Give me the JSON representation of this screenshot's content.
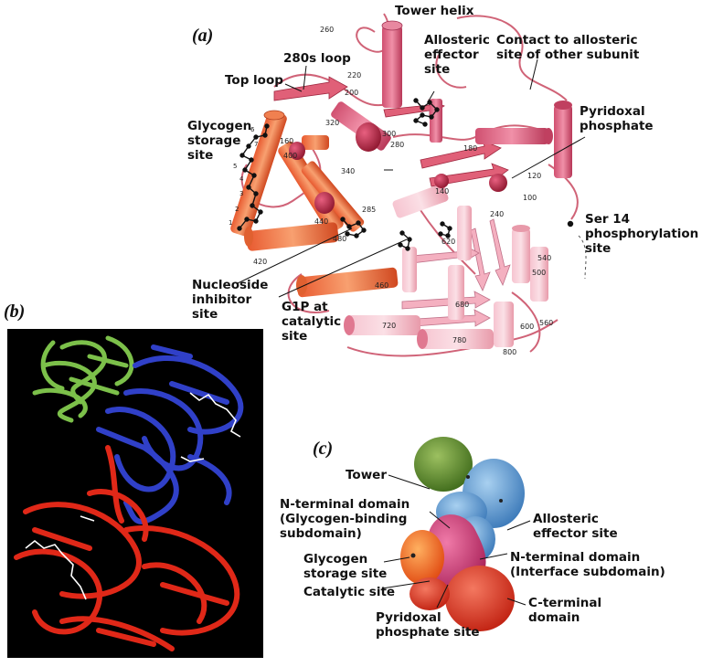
{
  "panel_a": {
    "letter": "(a)",
    "labels": {
      "tower_helix": "Tower helix",
      "loop_280s": "280s loop",
      "top_loop": "Top loop",
      "glycogen_storage_site": [
        "Glycogen",
        "storage",
        "site"
      ],
      "allosteric_effector_site": [
        "Allosteric",
        "effector",
        "site"
      ],
      "contact_allosteric": [
        "Contact to allosteric",
        "site of other subunit"
      ],
      "pyridoxal_phosphate": [
        "Pyridoxal",
        "phosphate"
      ],
      "ser14": [
        "Ser 14",
        "phosphorylation",
        "site"
      ],
      "nucleoside_inhibitor": [
        "Nucleoside",
        "inhibitor",
        "site"
      ],
      "g1p": [
        "G1P at",
        "catalytic",
        "site"
      ]
    },
    "residue_numbers": [
      "260",
      "220",
      "200",
      "320",
      "300",
      "280",
      "180",
      "160",
      "400",
      "340",
      "140",
      "120",
      "100",
      "240",
      "440",
      "285",
      "480",
      "620",
      "540",
      "500",
      "420",
      "460",
      "680",
      "720",
      "780",
      "800",
      "600",
      "560"
    ],
    "ligand_indices": [
      "1",
      "2",
      "3",
      "4",
      "5",
      "6",
      "7"
    ]
  },
  "panel_b": {
    "letter": "(b)"
  },
  "panel_c": {
    "letter": "(c)",
    "labels": {
      "tower": "Tower",
      "n_terminal_glycogen": [
        "N-terminal domain",
        "(Glycogen-binding",
        "subdomain)"
      ],
      "glycogen_storage_site": [
        "Glycogen",
        "storage site"
      ],
      "catalytic_site": "Catalytic site",
      "pyridoxal_phosphate_site": [
        "Pyridoxal",
        "phosphate site"
      ],
      "allosteric_effector_site": [
        "Allosteric",
        "effector site"
      ],
      "n_terminal_interface": [
        "N-terminal domain",
        "(Interface subdomain)"
      ],
      "c_terminal_domain": [
        "C-terminal",
        "domain"
      ]
    }
  },
  "colors": {
    "helix_dark": "#c8405a",
    "helix_light": "#f0a8b8",
    "helix_orange": "#f07840",
    "ribbon_green": "#7cc04a",
    "ribbon_blue": "#3040c8",
    "ribbon_red": "#e02818",
    "surface_green": "#5a8a2a",
    "surface_blue": "#5a9ad0",
    "surface_magenta": "#d04080",
    "surface_orange": "#f06828",
    "surface_red": "#e83a30"
  }
}
